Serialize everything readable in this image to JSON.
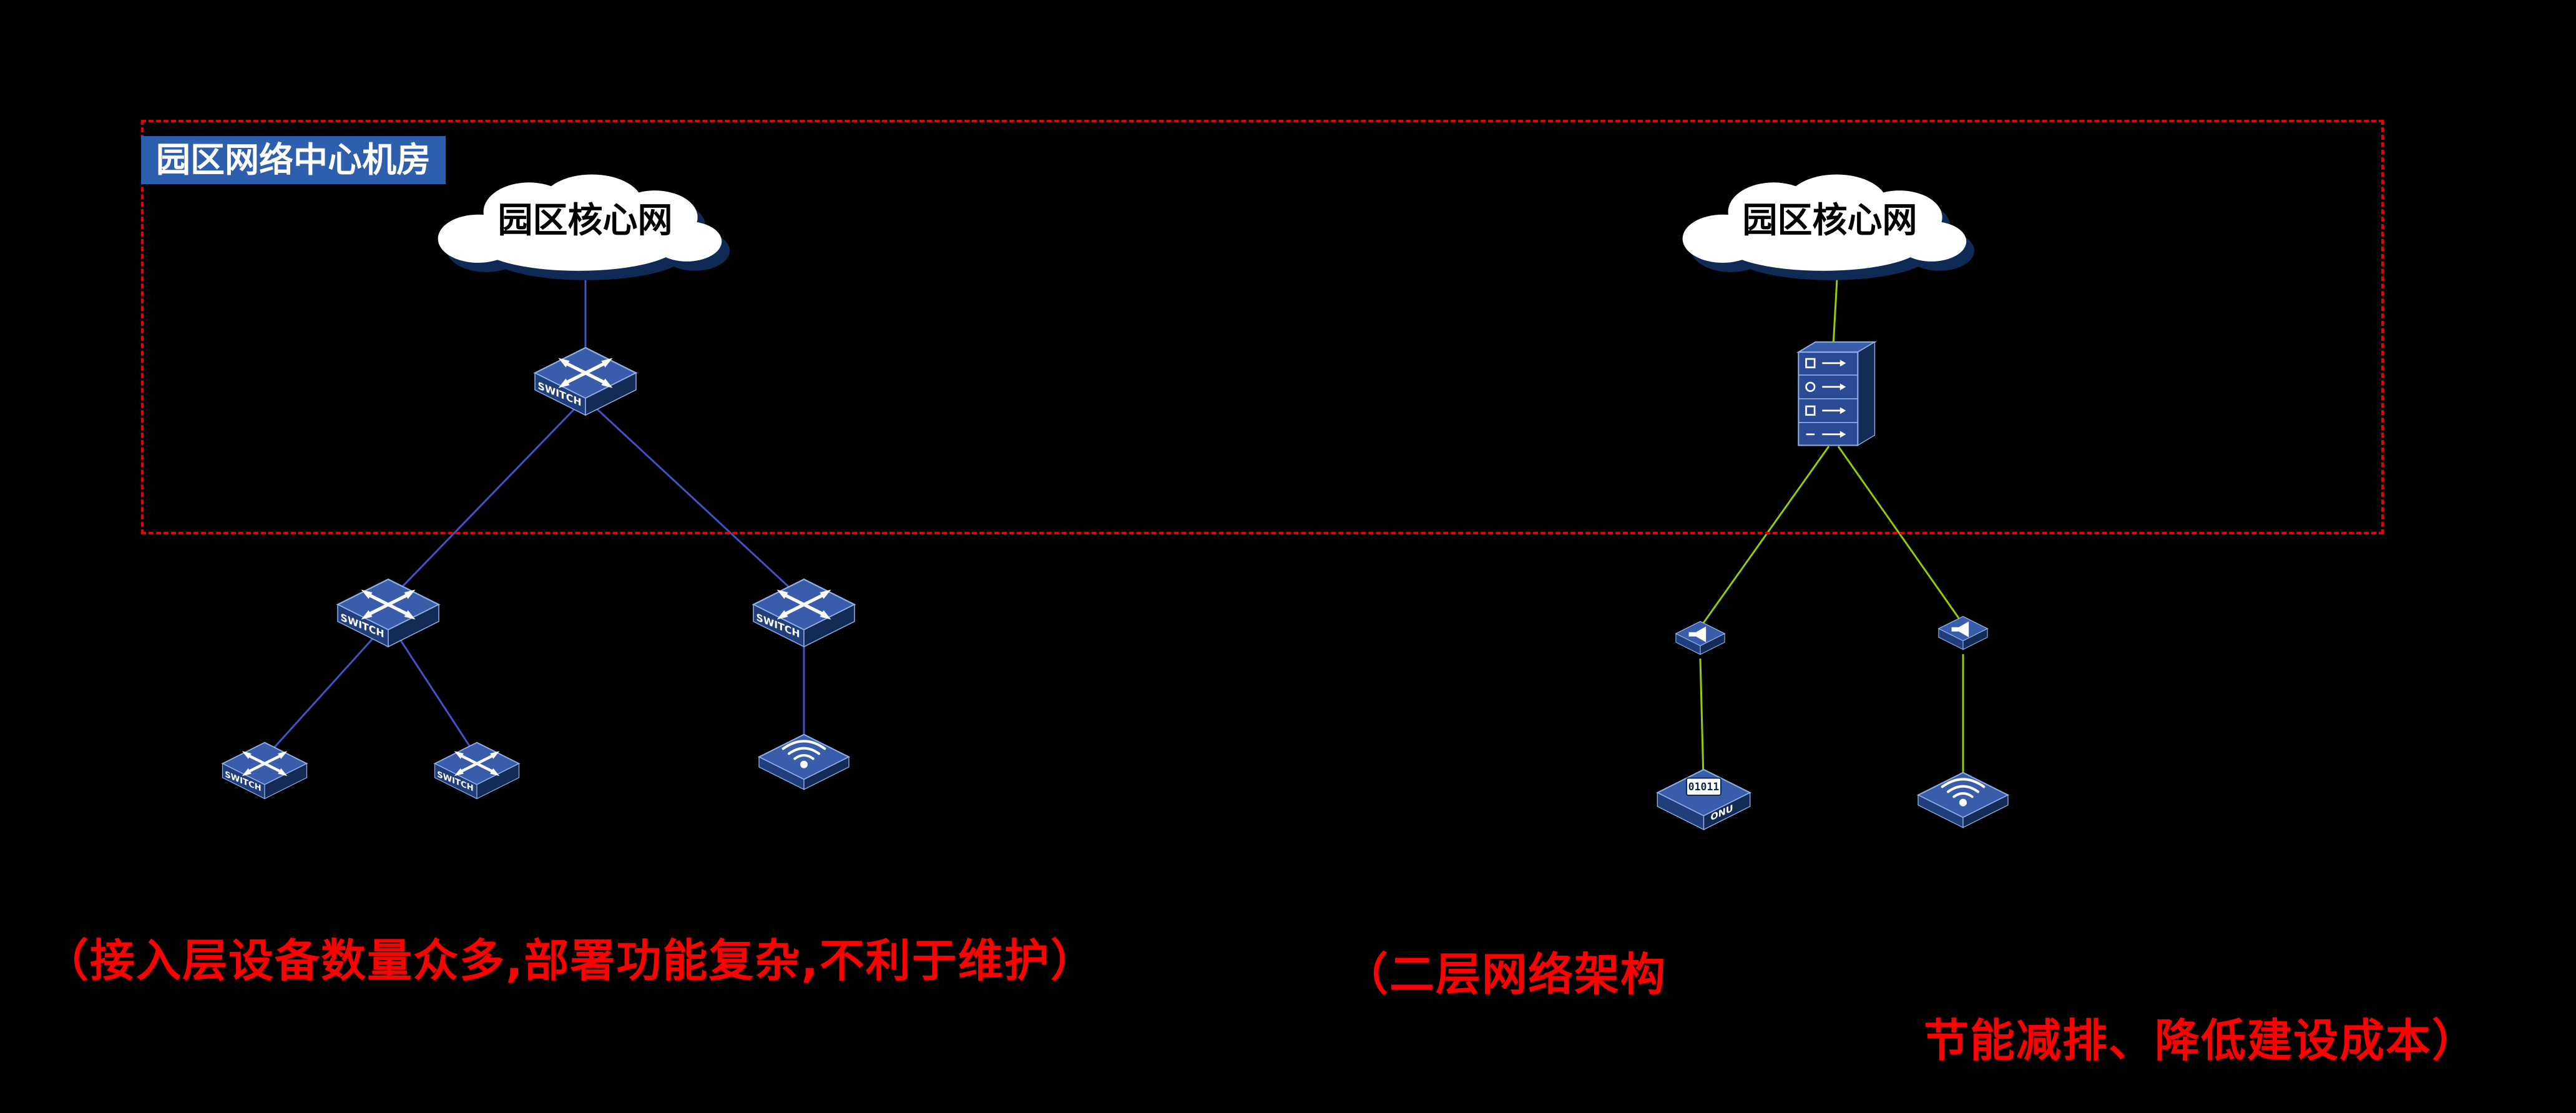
{
  "colors": {
    "background": "#000000",
    "boundary_red": "#e60000",
    "annotation_red": "#ff0000",
    "room_label_bg": "#2d5fae",
    "room_label_text": "#ffffff",
    "cloud_fill": "#ffffff",
    "cloud_shadow": "#0e2a55",
    "cloud_text": "#000000",
    "line_blue": "#4054c8",
    "line_green": "#94cc00",
    "device_top": "#3a5dab",
    "device_left": "#203e7c",
    "device_right": "#142b56",
    "device_edge": "#8fb0e8",
    "device_front": "#2a4a94",
    "glyph_white": "#ffffff"
  },
  "room_label": "园区网络中心机房",
  "labels": {
    "switch": "SWITCH",
    "onu": "ONU",
    "onu_screen": "01011"
  },
  "left_diagram": {
    "cloud_label": "园区核心网",
    "annotation": "（接入层设备数量众多,部署功能复杂,不利于维护）"
  },
  "right_diagram": {
    "cloud_label": "园区核心网",
    "annotation_line1": "（二层网络架构",
    "annotation_line2": "节能减排、降低建设成本）"
  }
}
